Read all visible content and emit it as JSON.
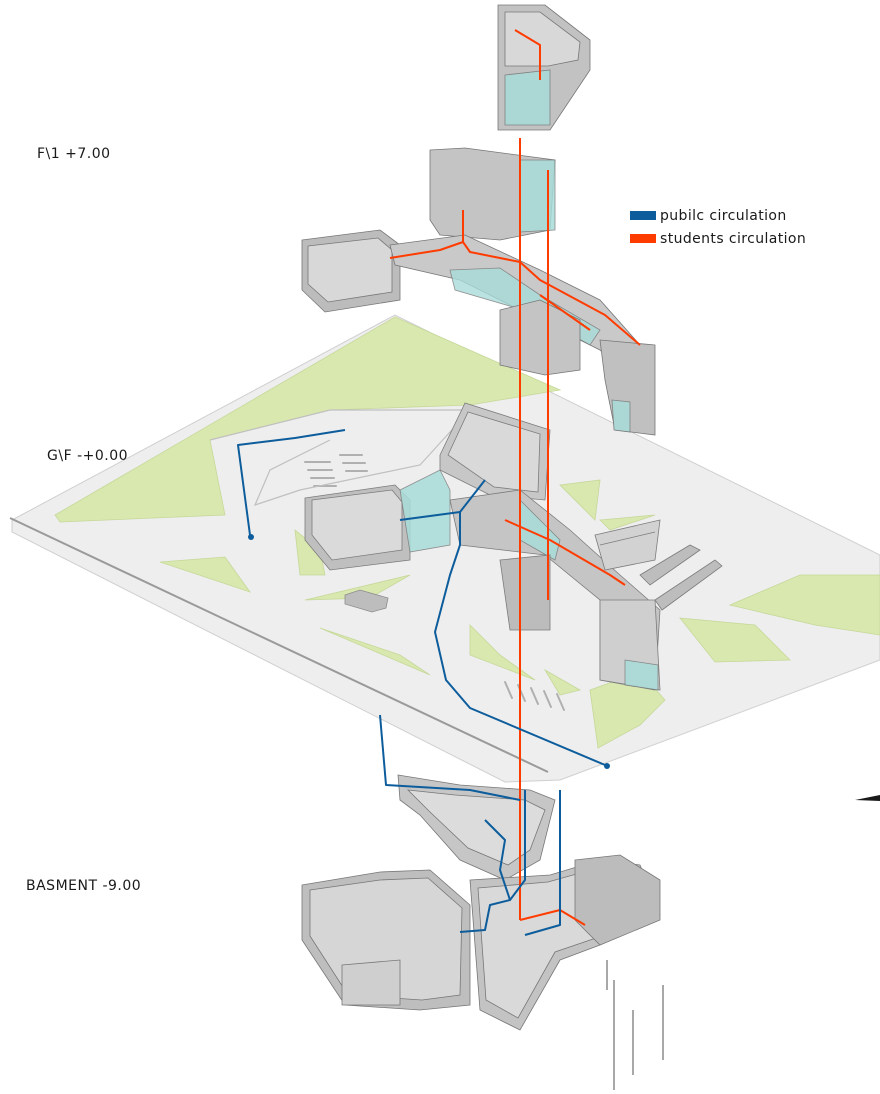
{
  "levels": {
    "first_floor": "F\\1 +7.00",
    "ground_floor": "G\\F -+0.00",
    "basement": "BASMENT -9.00"
  },
  "legend": {
    "public": {
      "label": "pubilc circulation",
      "color": "#0d5d9c"
    },
    "students": {
      "label": "students circulation",
      "color": "#ff3c00"
    }
  },
  "colors": {
    "landscape_green": "#d9e8ae",
    "paving": "#eeeeee",
    "building_grey": "#b7b7b7",
    "glass_cyan": "#a8dcd9"
  }
}
